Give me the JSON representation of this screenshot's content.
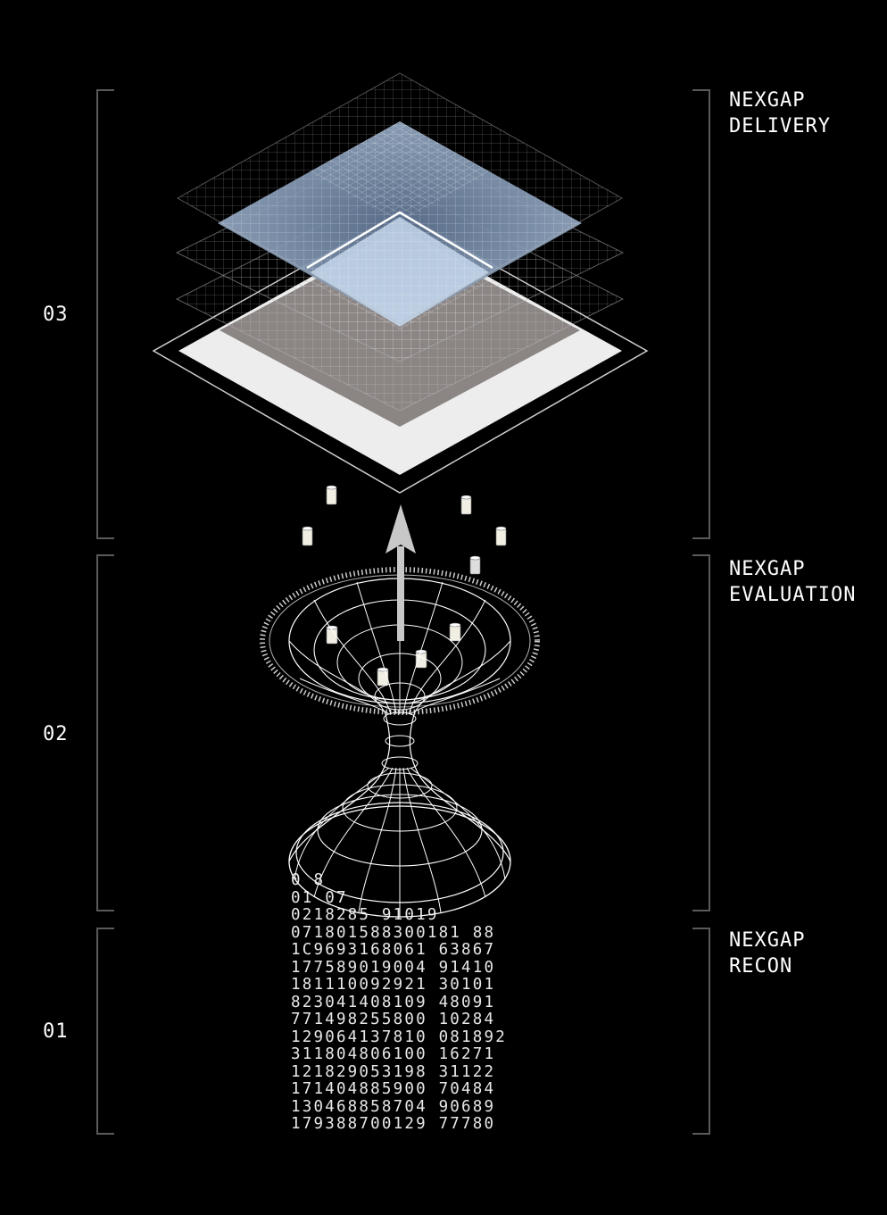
{
  "stages": [
    {
      "num": "03",
      "label_line1": "NEXGAP",
      "label_line2": "DELIVERY"
    },
    {
      "num": "02",
      "label_line1": "NEXGAP",
      "label_line2": "EVALUATION"
    },
    {
      "num": "01",
      "label_line1": "NEXGAP",
      "label_line2": "RECON"
    }
  ],
  "digit_rows": [
    "0             8",
    "01            07",
    "0218285     91019",
    "071801588300181 88",
    "1C9693168061 63867",
    "177589019004 91410",
    "181110092921 30101",
    "823041408109 48091",
    "771498255800 10284",
    "129064137810 081892",
    "311804806100 16271",
    "121829053198 31122",
    "171404885900 70484",
    "130468858704 90689",
    "179388700129 77780"
  ],
  "colors": {
    "background": "#000000",
    "bracket": "#5a5a5a",
    "text": "#ffffff",
    "plane_blue": "#7f95b3",
    "plane_grey": "#8b8584",
    "plane_white": "#ededed"
  },
  "icons": [
    "data-block-icon",
    "up-arrow-icon",
    "wormhole-funnel",
    "layered-planes"
  ]
}
